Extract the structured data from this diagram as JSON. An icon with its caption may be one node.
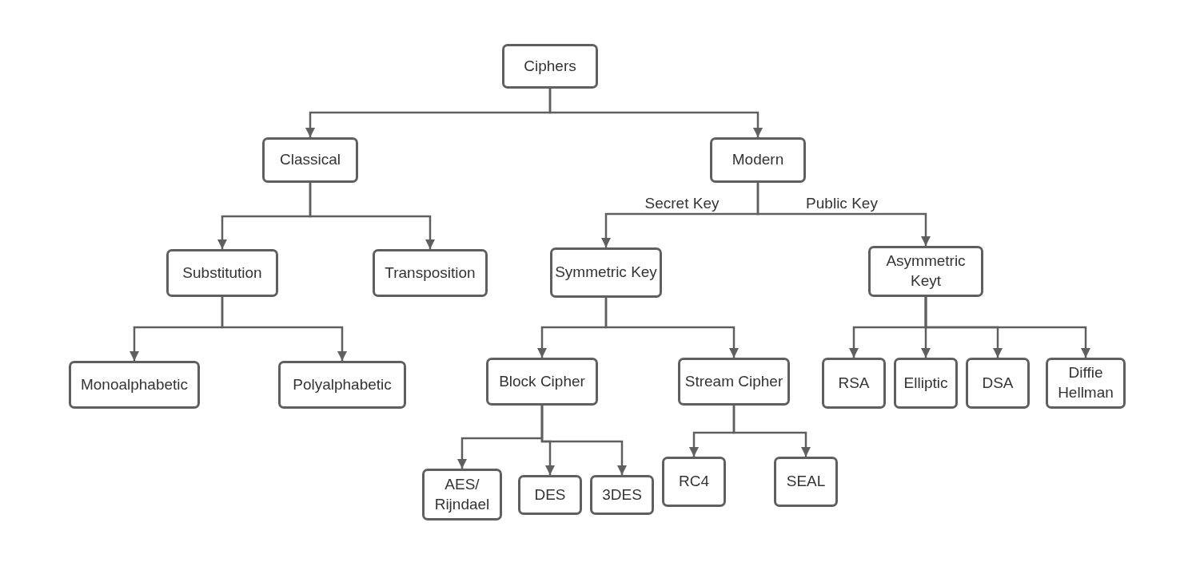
{
  "diagram": {
    "nodes": [
      {
        "text": [
          "Ciphers"
        ]
      },
      {
        "text": [
          "Classical"
        ]
      },
      {
        "text": [
          "Modern"
        ]
      },
      {
        "text": [
          "Substitution"
        ]
      },
      {
        "text": [
          "Transposition"
        ]
      },
      {
        "text": [
          "Symmetric Key"
        ]
      },
      {
        "text": [
          "Asymmetric Keyt"
        ]
      },
      {
        "text": [
          "Monoalphabetic"
        ]
      },
      {
        "text": [
          "Polyalphabetic"
        ]
      },
      {
        "text": [
          "Block Cipher"
        ]
      },
      {
        "text": [
          "Stream Cipher"
        ]
      },
      {
        "text": [
          "RSA"
        ]
      },
      {
        "text": [
          "Elliptic"
        ]
      },
      {
        "text": [
          "DSA"
        ]
      },
      {
        "text": [
          "Diffie Hellman"
        ]
      },
      {
        "text": [
          "AES/ Rijndael"
        ]
      },
      {
        "text": [
          "DES"
        ]
      },
      {
        "text": [
          "3DES"
        ]
      },
      {
        "text": [
          "RC4"
        ]
      },
      {
        "text": [
          "SEAL"
        ]
      }
    ],
    "edges": [
      {
        "from": 0,
        "to": 1,
        "arrow": "to"
      },
      {
        "from": 0,
        "to": 2,
        "arrow": "to"
      },
      {
        "from": 1,
        "to": 3,
        "arrow": "to"
      },
      {
        "from": 1,
        "to": 4,
        "arrow": "to"
      },
      {
        "from": 2,
        "to": 5,
        "arrow": "to",
        "label": "Secret Key"
      },
      {
        "from": 2,
        "to": 6,
        "arrow": "to",
        "label": "Public Key"
      },
      {
        "from": 3,
        "to": 7,
        "arrow": "to"
      },
      {
        "from": 3,
        "to": 8,
        "arrow": "to"
      },
      {
        "from": 5,
        "to": 9,
        "arrow": "to"
      },
      {
        "from": 5,
        "to": 10,
        "arrow": "to"
      },
      {
        "from": 6,
        "to": 11,
        "arrow": "to"
      },
      {
        "from": 6,
        "to": 12,
        "arrow": "to"
      },
      {
        "from": 6,
        "to": 13,
        "arrow": "to"
      },
      {
        "from": 6,
        "to": 14,
        "arrow": "to"
      },
      {
        "from": 9,
        "to": 15,
        "arrow": "to"
      },
      {
        "from": 9,
        "to": 16,
        "arrow": "to"
      },
      {
        "from": 9,
        "to": 17,
        "arrow": "to"
      },
      {
        "from": 10,
        "to": 18,
        "arrow": "to"
      },
      {
        "from": 10,
        "to": 19,
        "arrow": "to"
      }
    ]
  }
}
